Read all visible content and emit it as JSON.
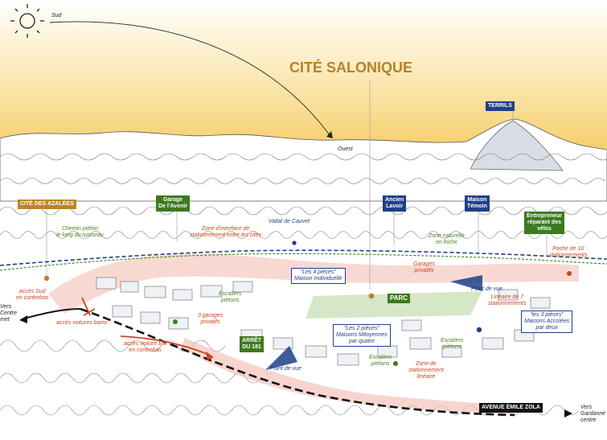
{
  "title": "CITÉ SALONIQUE",
  "sun_path": {
    "start_label": "Sud",
    "end_label": "Ouest"
  },
  "badges": {
    "terrils": "TERRILS",
    "cite_azalees": "CITÉ DES AZALÉES",
    "garage_avenir": "Garage\nDe l'Avenir",
    "ancien_lavoir": "Ancien\nLavoir",
    "maison_temoin": "Maison\nTémoin",
    "entrepreneur": "Entrepreneur\nréparant des\nvélos",
    "parc": "PARC",
    "arret": "ARRÊT\nDU 181",
    "avenue": "AVENUE ÉMILE ZOLA"
  },
  "house_types": {
    "quatre_pieces": "\"Les 4 pièces\"\nMaison Individuelle",
    "deux_pieces": "\"Les 2 pièces\"\nMaisons Mitoyennes\npar quatre",
    "trois_pieces": "\"les 3 pièces\"\nMaisons Accolées\npar deux"
  },
  "annotations": {
    "vallat": "Vallat de Cauvet",
    "chemin_pieton": "Chemin piéton\nle long du ruisseau",
    "zone_interface": "Zone d'interface de\nstationnement entre les cités",
    "zone_naturelle": "Zone naturelle\nen friche",
    "poche_stationnements": "Poche de 10\nstationnements",
    "garages_privatifs": "Garages\nprivatifs",
    "point_de_vue_1": "Point de vue",
    "lineaire_7": "Linéaire de 7\nstationnements",
    "acces_sud": "accès Sud\nen contrebas",
    "vers_ouest": "Vers\nCentre\nmet",
    "acces_voitures_bams": "accès voitures bams",
    "escaliers_pietons_1": "Escaliers\npiétons",
    "trois_garages": "3 garages\nprivatifs",
    "acces_voiture_est": "accès voiture Est\nen contrebas",
    "point_de_vue_2": "Point de vue",
    "escaliers_pietons_2": "Escaliers\npiétons",
    "zone_stationnement_lineaire": "Zone de\nstationnement\nlinéaire",
    "escaliers_pietons_3": "Escaliers\npiétons",
    "vers_gardanne": "Vers\nGardanne\ncentre"
  },
  "colors": {
    "sky": "#f7d77e",
    "title": "#b5812a",
    "navy": "#1f3f86",
    "green": "#3d7a1f",
    "red_annotation": "#c8451c",
    "pink_zone": "#f2b9ad",
    "parc_zone": "#cfe3bd"
  },
  "icons": [
    "sun-icon"
  ]
}
